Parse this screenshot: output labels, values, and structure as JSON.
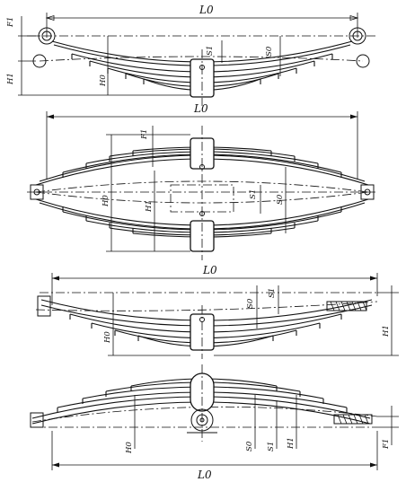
{
  "figure": {
    "labels": {
      "length": "L0",
      "deflection": "F1",
      "height_free": "H0",
      "height_loaded": "H1",
      "arc_free": "S0",
      "arc_loaded": "S1"
    }
  }
}
